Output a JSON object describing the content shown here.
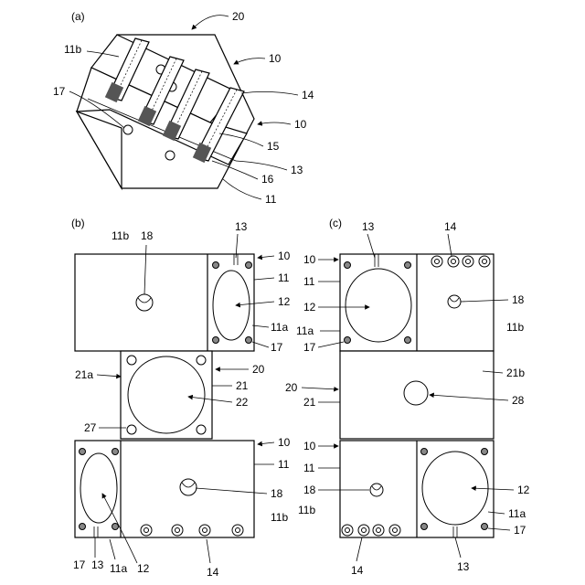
{
  "panels": {
    "a": "(a)",
    "b": "(b)",
    "c": "(c)"
  },
  "labels": {
    "a": {
      "n20": "20",
      "n10_top": "10",
      "n11b": "11b",
      "n17": "17",
      "n14": "14",
      "n10_mid": "10",
      "n15": "15",
      "n13": "13",
      "n16": "16",
      "n11": "11"
    },
    "b": {
      "n11b_top": "11b",
      "n18_top": "18",
      "n13_top": "13",
      "n10_top": "10",
      "n11_top": "11",
      "n12_top": "12",
      "n11a_top": "11a",
      "n17_top": "17",
      "n21a": "21a",
      "n20": "20",
      "n21": "21",
      "n22": "22",
      "n27": "27",
      "n10_bot": "10",
      "n11_bot": "11",
      "n18_bot": "18",
      "n11b_bot": "11b",
      "n17_bot": "17",
      "n13_bot": "13",
      "n11a_bot": "11a",
      "n12_bot": "12",
      "n14_bot": "14"
    },
    "c": {
      "n13_top": "13",
      "n14_top": "14",
      "n10_top": "10",
      "n11_top": "11",
      "n12_top": "12",
      "n11a_top": "11a",
      "n17_top": "17",
      "n18_top": "18",
      "n11b_top": "11b",
      "n20": "20",
      "n21b": "21b",
      "n21": "21",
      "n28": "28",
      "n10_bot": "10",
      "n11_bot": "11",
      "n18_bot": "18",
      "n11b_bot": "11b",
      "n12_bot": "12",
      "n11a_bot": "11a",
      "n17_bot": "17",
      "n14_bot": "14",
      "n13_bot": "13"
    }
  }
}
